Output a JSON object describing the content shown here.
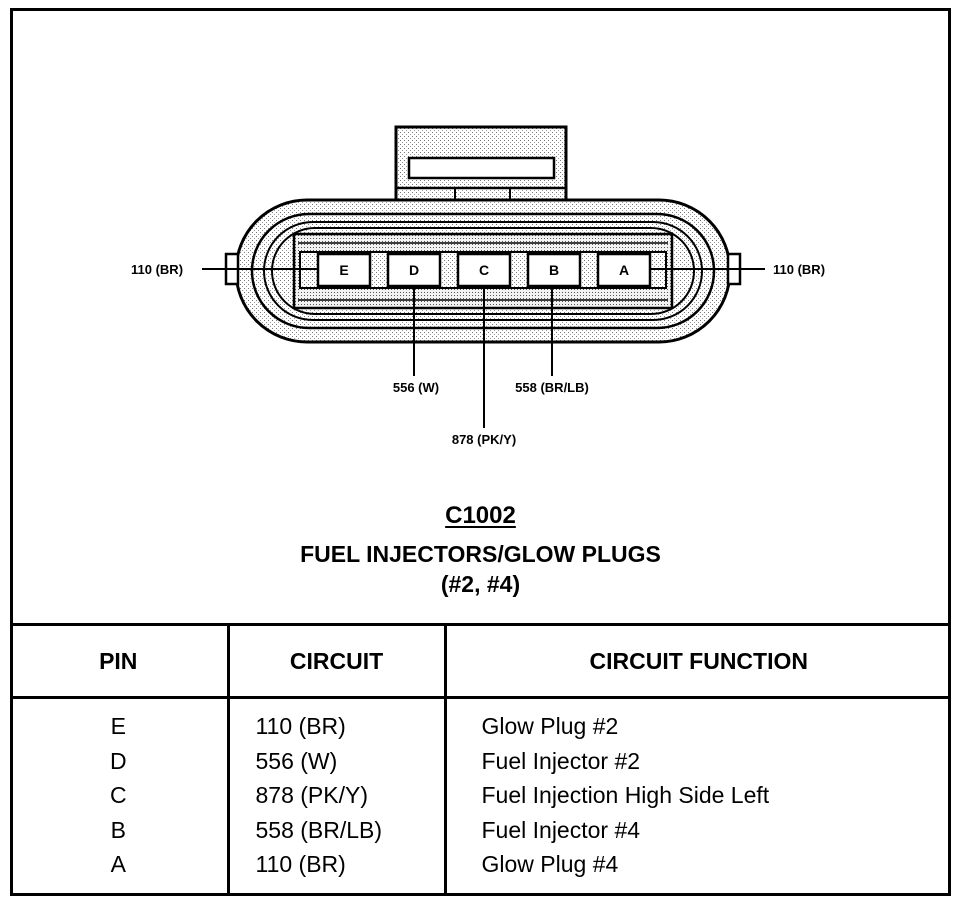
{
  "connector": {
    "id": "C1002",
    "title": "FUEL INJECTORS/GLOW PLUGS",
    "subtitle": "(#2, #4)",
    "cavities": [
      "E",
      "D",
      "C",
      "B",
      "A"
    ],
    "wire_labels": {
      "left": "110 (BR)",
      "right": "110 (BR)",
      "pin_d": "556 (W)",
      "pin_b": "558 (BR/LB)",
      "pin_c": "878 (PK/Y)"
    }
  },
  "table": {
    "headers": [
      "PIN",
      "CIRCUIT",
      "CIRCUIT FUNCTION"
    ],
    "rows": [
      {
        "pin": "E",
        "circuit": "110 (BR)",
        "function": "Glow Plug #2"
      },
      {
        "pin": "D",
        "circuit": "556 (W)",
        "function": "Fuel Injector #2"
      },
      {
        "pin": "C",
        "circuit": "878 (PK/Y)",
        "function": "Fuel Injection High Side Left"
      },
      {
        "pin": "B",
        "circuit": "558 (BR/LB)",
        "function": "Fuel Injector #4"
      },
      {
        "pin": "A",
        "circuit": "110 (BR)",
        "function": "Glow Plug #4"
      }
    ]
  }
}
